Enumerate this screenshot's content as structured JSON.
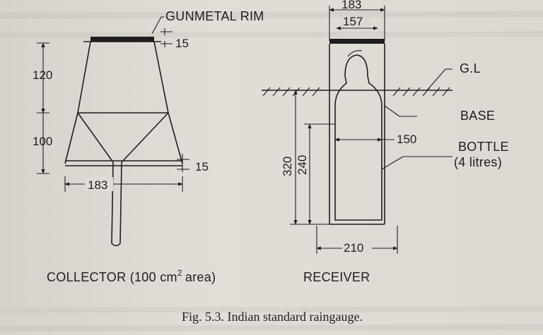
{
  "collector": {
    "rim_label": "GUNMETAL RIM",
    "dim_rim_thickness": "15",
    "dim_upper_height": "120",
    "dim_lower_height": "100",
    "dim_pipe_thickness": "15",
    "dim_diameter": "183",
    "title_prefix": "COLLECTOR (100 cm",
    "title_sup": "2",
    "title_suffix": "area)"
  },
  "receiver": {
    "dim_outer_width": "183",
    "dim_inner_width": "157",
    "ground_label": "G.L",
    "base_label": "BASE",
    "dim_bottle_width": "150",
    "dim_total_height": "320",
    "dim_bottle_height": "240",
    "bottle_label_line1": "BOTTLE",
    "bottle_label_line2": "(4 litres)",
    "dim_base_width": "210",
    "title": "RECEIVER"
  },
  "caption": "Fig. 5.3. Indian standard raingauge."
}
